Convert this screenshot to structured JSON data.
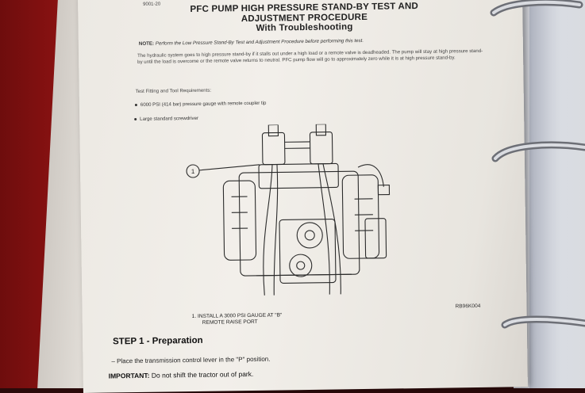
{
  "document": {
    "doc_id": "9001-20",
    "title_lines": [
      "PFC PUMP HIGH PRESSURE STAND-BY TEST AND",
      "ADJUSTMENT PROCEDURE",
      "With Troubleshooting"
    ],
    "note_label": "NOTE:",
    "note_text": "Perform the Low Pressure Stand-By Test and Adjustment Procedure before performing this test.",
    "intro_paragraph": "The hydraulic system goes to high pressure stand-by if it stalls out under a high load or a remote valve is deadheaded. The pump will stay at high pressure stand-by until the load is overcome or the remote valve returns to neutral. PFC pump flow will go to approximately zero while it is at high pressure stand-by.",
    "tools_heading": "Test Fitting and Tool Requirements:",
    "tools": [
      "6000 PSI (414 bar) pressure gauge with remote coupler tip",
      "Large standard screwdriver"
    ],
    "figure_callout": "1",
    "figure_caption_line1": "1.   INSTALL A 3000 PSI GAUGE AT \"B\"",
    "figure_caption_line2": "REMOTE RAISE PORT",
    "figure_id": "RB96K004",
    "step_title": "STEP  1  - Preparation",
    "step_text": "– Place the transmission control lever in the \"P\" position.",
    "important_label": "IMPORTANT:",
    "important_text": "Do not shift the tractor out of park."
  }
}
